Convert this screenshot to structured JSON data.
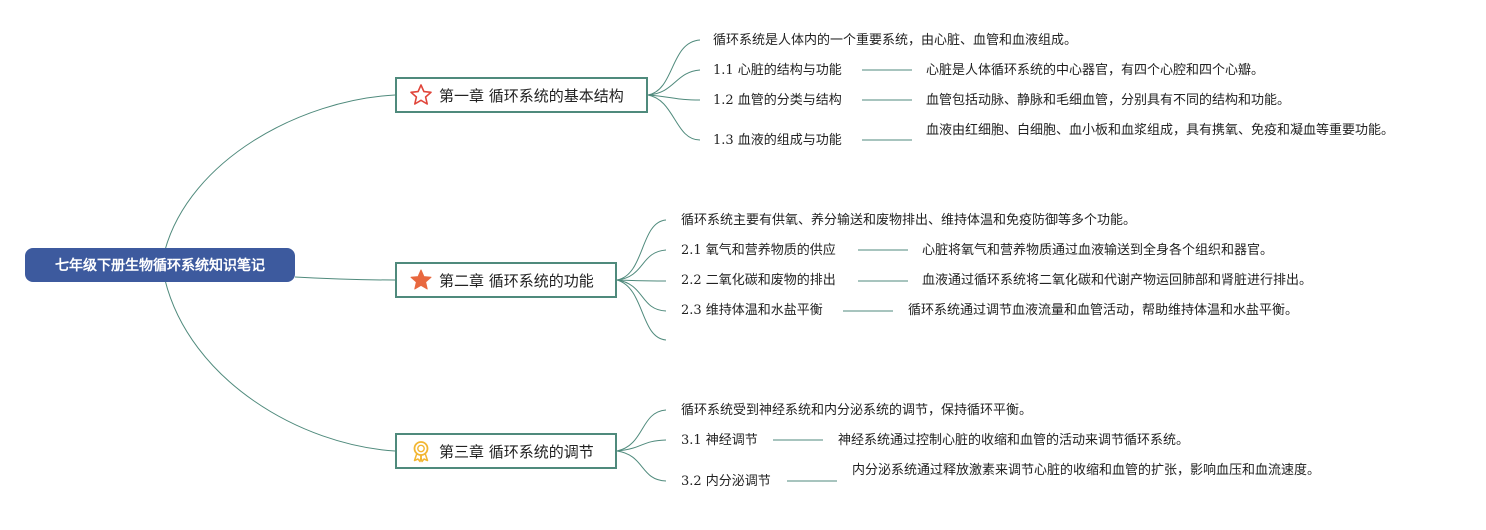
{
  "root": {
    "title": "七年级下册生物循环系统知识笔记"
  },
  "colors": {
    "root_bg": "#3d5a9e",
    "line": "#4f8a7c",
    "star_outline": "#e0453a",
    "star_fill": "#e8683f",
    "medal": "#f2b632"
  },
  "chapters": [
    {
      "title": "第一章 循环系统的基本结构",
      "icon": "star-outline-icon",
      "summary": "循环系统是人体内的一个重要系统，由心脏、血管和血液组成。",
      "items": [
        {
          "label": "1.1 心脏的结构与功能",
          "detail": "心脏是人体循环系统的中心器官，有四个心腔和四个心瓣。"
        },
        {
          "label": "1.2 血管的分类与结构",
          "detail": "血管包括动脉、静脉和毛细血管，分别具有不同的结构和功能。"
        },
        {
          "label": "1.3 血液的组成与功能",
          "detail": "血液由红细胞、白细胞、血小板和血浆组成，具有携氧、免疫和凝血等重要功能。"
        }
      ]
    },
    {
      "title": "第二章 循环系统的功能",
      "icon": "star-filled-icon",
      "summary": "循环系统主要有供氧、养分输送和废物排出、维持体温和免疫防御等多个功能。",
      "items": [
        {
          "label": "2.1 氧气和营养物质的供应",
          "detail": "心脏将氧气和营养物质通过血液输送到全身各个组织和器官。"
        },
        {
          "label": "2.2 二氧化碳和废物的排出",
          "detail": "血液通过循环系统将二氧化碳和代谢产物运回肺部和肾脏进行排出。"
        },
        {
          "label": "2.3 维持体温和水盐平衡",
          "detail": "循环系统通过调节血液流量和血管活动，帮助维持体温和水盐平衡。"
        }
      ]
    },
    {
      "title": "第三章 循环系统的调节",
      "icon": "medal-icon",
      "summary": "循环系统受到神经系统和内分泌系统的调节，保持循环平衡。",
      "items": [
        {
          "label": "3.1 神经调节",
          "detail": "神经系统通过控制心脏的收缩和血管的活动来调节循环系统。"
        },
        {
          "label": "3.2 内分泌调节",
          "detail": "内分泌系统通过释放激素来调节心脏的收缩和血管的扩张，影响血压和血流速度。"
        }
      ]
    }
  ]
}
